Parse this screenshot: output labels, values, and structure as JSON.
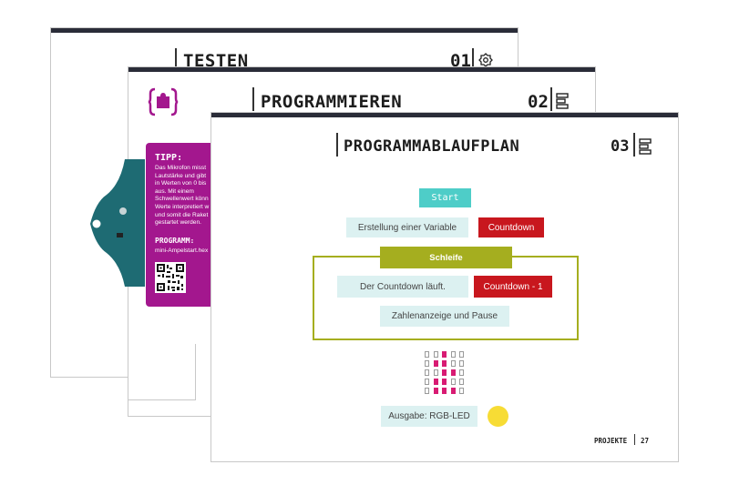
{
  "pages": {
    "back": {
      "title": "TESTEN",
      "number": "01",
      "icon": "gear-icon"
    },
    "middle": {
      "title": "PROGRAMMIEREN",
      "number": "02",
      "icon": "list-icon",
      "logo_icon": "puzzle-piece-icon",
      "tip": {
        "heading": "TIPP:",
        "lines": [
          "Das Mikrofon misst",
          "Lautstärke und gibt",
          "in Werten von 0 bis",
          "aus. Mit einem",
          "Schwellenwert könn",
          "Werte interpretiert w",
          "und somit die Raket",
          "gestartet werden."
        ],
        "program_heading": "PROGRAMM:",
        "program_file": "mini-Ampelstart.hex",
        "qr_icon": "qr-code-icon"
      }
    },
    "front": {
      "title": "PROGRAMMABLAUFPLAN",
      "number": "03",
      "icon": "list-icon",
      "flow": {
        "start": "Start",
        "create_variable": "Erstellung einer Variable",
        "countdown": "Countdown",
        "loop": "Schleife",
        "countdown_running": "Der Countdown läuft.",
        "countdown_minus": "Countdown - 1",
        "number_display": "Zahlenanzeige und Pause",
        "output": "Ausgabe: RGB-LED"
      },
      "footer": {
        "section": "PROJEKTE",
        "page": "27"
      }
    }
  },
  "led_matrix": [
    [
      0,
      0,
      1,
      0,
      0
    ],
    [
      0,
      1,
      1,
      0,
      0
    ],
    [
      0,
      0,
      1,
      1,
      0
    ],
    [
      0,
      1,
      1,
      0,
      0
    ],
    [
      0,
      1,
      1,
      1,
      0
    ]
  ],
  "colors": {
    "start": "#4ecdc8",
    "loop": "#a5ae1f",
    "red": "#c8171e",
    "light": "#dcf1f1",
    "led_on": "#d81b73",
    "rgb_led": "#f7dc35",
    "tip_bg": "#a3178e",
    "topbar": "#2a2c38"
  }
}
